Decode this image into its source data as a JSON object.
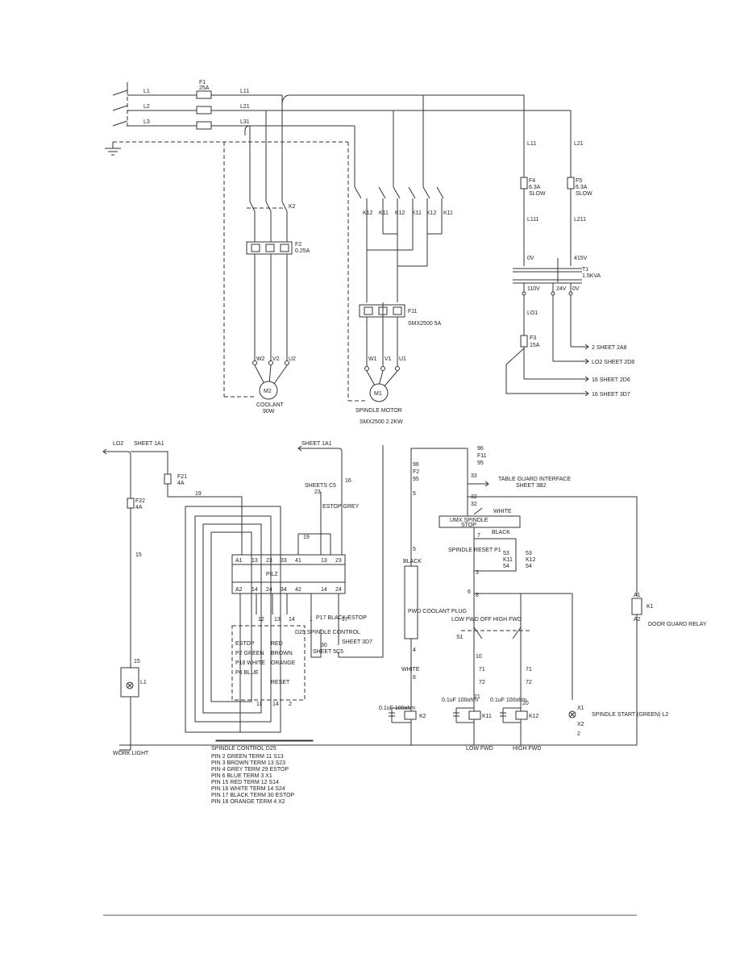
{
  "power": {
    "lines": [
      "L1",
      "L2",
      "L3"
    ],
    "f1": {
      "name": "F1",
      "rating": "25A"
    },
    "line_out": [
      "L11",
      "L21",
      "L31"
    ],
    "k2": "K2",
    "f2": {
      "name": "F2",
      "rating": "0.25A"
    },
    "m2_terms": [
      "W2",
      "V2",
      "U2"
    ],
    "m2": {
      "name": "M2",
      "label": "COOLANT",
      "rating": "90W"
    },
    "contactors": [
      "K12",
      "K11",
      "K12",
      "K11",
      "K12",
      "K11"
    ],
    "f11": {
      "name": "F11",
      "rating": "SMX2500 5A"
    },
    "m1_terms": [
      "W1",
      "V1",
      "U1"
    ],
    "m1": {
      "name": "M1",
      "label": "SPINDLE MOTOR",
      "model": "SMX2500 2.2KW"
    },
    "xf_l11": "L11",
    "xf_l21": "L21",
    "f4": {
      "name": "F4",
      "rating": "6.3A",
      "type": "SLOW"
    },
    "f5": {
      "name": "F5",
      "rating": "6.3A",
      "type": "SLOW"
    },
    "l111": "L111",
    "l211": "L211",
    "pri_0v": "0V",
    "pri_415": "415V",
    "t1": {
      "name": "T1",
      "rating": "1.5KVA"
    },
    "sec_110": "110V",
    "sec_24": "24V",
    "sec_0v": "0V",
    "lo1": "LO1",
    "f3": {
      "name": "F3",
      "rating": "15A"
    },
    "refs": [
      "2 SHEET 2A8",
      "LO2 SHEET 2D8",
      "16 SHEET 2D6",
      "16 SHEET 3D7"
    ]
  },
  "control": {
    "lo2": "LO2",
    "sheet_1a1_a": "SHEET 1A1",
    "sheet_1a1_b": "SHEET 1A1",
    "f21": {
      "name": "F21",
      "rating": "4A"
    },
    "f22": {
      "name": "F22",
      "rating": "4A"
    },
    "w19": "19",
    "w19b": "19",
    "w15": "15",
    "w16": "16",
    "sheet_c5": "SHEETS C5",
    "c5_num": "23",
    "estop_grey": "ESTOP GREY",
    "relay_top": [
      "A1",
      "13",
      "23",
      "33",
      "41",
      "13",
      "23"
    ],
    "relay_bot": [
      "A2",
      "14",
      "24",
      "34",
      "42",
      "14",
      "24"
    ],
    "relay_mid": "PILZ",
    "w_12": "12",
    "w_13": "13",
    "w_14": "14",
    "w_11": "11",
    "w_14b": "14",
    "w_2": "2",
    "estop_box": [
      "ESTOP",
      "P2 GREEN",
      "P18 WHITE",
      "P6 BLUE",
      "RED",
      "BROWN",
      "ORANGE",
      "RESET"
    ],
    "spindle_control": "D25 SPINDLE CONTROL",
    "black_estop": "P17 BLACK ESTOP",
    "w1": "1",
    "w17": "17",
    "w30": "30",
    "sheet_5c5": "SHEET 5C5",
    "sheet_3d7": "SHEET 3D7",
    "l1": "L1",
    "w15b": "15",
    "work_light": "WORK LIGHT",
    "d25_title": "SPINDLE CONTROL D25",
    "pins": [
      "PIN 2 GREEN   TERM 11 S13",
      "PIN 3 BROWN   TERM 13 S23",
      "PIN 4 GREY   TERM 29 ESTOP",
      "PIN 6 BLUE   TERM 3 X1",
      "PIN 15 RED   TERM 12 S14",
      "PIN 16 WHITE   TERM 14 S24",
      "PIN 17 BLACK   TERM 30 ESTOP",
      "PIN 18 ORANGE  TERM 4 X2"
    ],
    "f2_96": "96",
    "f2": "F2",
    "f2_95": "95",
    "f11_96": "96",
    "f11": "F11",
    "f11_95": "95",
    "w33": "33",
    "table_guard": "TABLE GUARD INTERFACE",
    "sheet_3b2": "SHEET 3B2",
    "w32": "32",
    "w32b": "32",
    "white": "WHITE",
    "umx": "UMX SPINDLE",
    "stop": "STOP",
    "black": "BLACK",
    "w7": "7",
    "w5": "5",
    "w5b": "5",
    "w6": "6",
    "black2": "BLACK",
    "pwd_plug": "PWD COOLANT PLUG",
    "white2": "WHITE",
    "w4": "4",
    "w6b": "6",
    "spindle_reset": "SPINDLE RESET P1",
    "w3": "3",
    "k11_53": "53",
    "k11_54": "54",
    "k11": "K11",
    "k12_53": "53",
    "k12_54": "54",
    "k12": "K12",
    "w8": "8",
    "switch": "LOW FWD OFF HIGH FWD",
    "s1": "S1",
    "w10": "10",
    "k12_71": "71",
    "k12_72": "72",
    "k11_71": "71",
    "k11_72": "72",
    "w21": "21",
    "w20": "20",
    "cap_k2": "0.1uF 100ohm",
    "k2": "K2",
    "cap_k11": "0.1uF 100ohm",
    "k11_coil": "K11",
    "cap_k12": "0.1uF 100ohm",
    "k12_coil": "K12",
    "low_fwd": "LOW FWD",
    "high_fwd": "HIGH FWD",
    "x1": "X1",
    "x2": "X2",
    "w2b": "2",
    "spindle_start": "SPINDLE START (GREEN) L2",
    "k1": "K1",
    "k1_a1": "A1",
    "k1_a2": "A2",
    "door_guard": "DOOR GUARD RELAY"
  }
}
